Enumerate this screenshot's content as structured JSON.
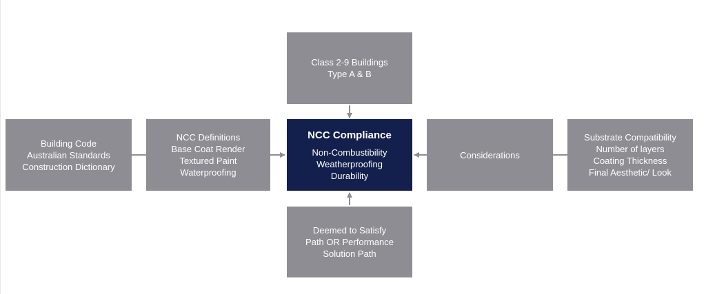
{
  "diagram": {
    "center": {
      "title": "NCC Compliance",
      "lines": [
        "Non-Combustibility",
        "Weatherproofing",
        "Durability"
      ]
    },
    "top": {
      "lines": [
        "Class 2-9 Buildings",
        "Type A & B"
      ]
    },
    "bottom": {
      "lines": [
        "Deemed to Satisfy",
        "Path OR Performance",
        "Solution Path"
      ]
    },
    "left_inner": {
      "lines": [
        "NCC Definitions",
        "Base Coat Render",
        "Textured Paint",
        "Waterproofing"
      ]
    },
    "left_outer": {
      "lines": [
        "Building Code",
        "Australian Standards",
        "Construction Dictionary"
      ]
    },
    "right_inner": {
      "lines": [
        "Considerations"
      ]
    },
    "right_outer": {
      "lines": [
        "Substrate Compatibility",
        "Number of layers",
        "Coating Thickness",
        "Final Aesthetic/ Look"
      ]
    },
    "colors": {
      "box": "#8e8d93",
      "center": "#131f4c",
      "text": "#ffffff",
      "connector": "#8e8d93"
    }
  }
}
